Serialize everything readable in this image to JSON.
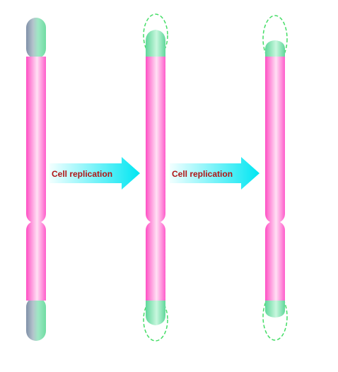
{
  "arrows": [
    {
      "label": "Cell replication"
    },
    {
      "label": "Cell replication"
    }
  ],
  "chromosomes": [
    {
      "stage": "original",
      "telomere_state": "full"
    },
    {
      "stage": "after_first_replication",
      "telomere_state": "shortened"
    },
    {
      "stage": "after_second_replication",
      "telomere_state": "further_shortened"
    }
  ],
  "colors": {
    "chromosome_arm": "#ff66cc",
    "chromosome_arm_highlight": "#ffd9f2",
    "telomere": "#77e8a8",
    "telomere_shadow": "#8a9ab0",
    "lost_telomere_outline": "#44dd66",
    "arrow_gradient_start": "#e6ffff",
    "arrow_gradient_end": "#00e5f0",
    "arrow_text": "#b01515"
  }
}
